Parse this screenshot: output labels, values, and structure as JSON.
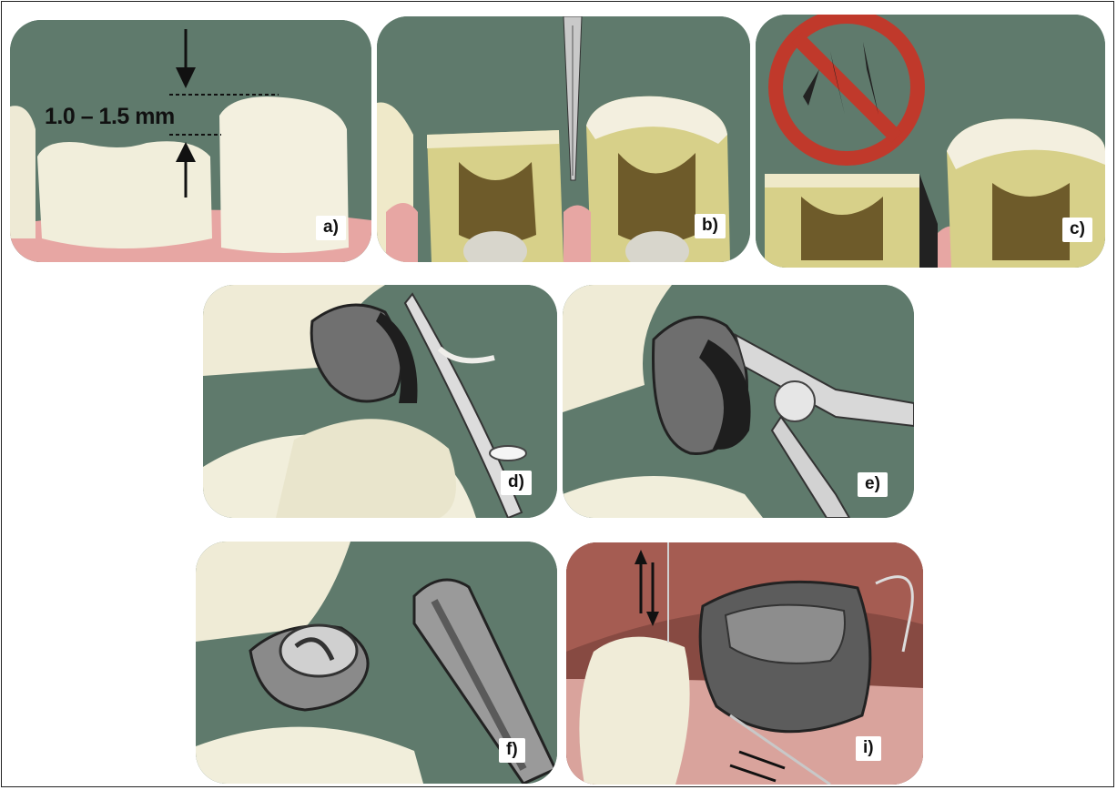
{
  "figure": {
    "measurement": "1.0 – 1.5 mm",
    "panels": [
      {
        "id": "a",
        "label": "a)"
      },
      {
        "id": "b",
        "label": "b)"
      },
      {
        "id": "c",
        "label": "c)"
      },
      {
        "id": "d",
        "label": "d)"
      },
      {
        "id": "e",
        "label": "e)"
      },
      {
        "id": "f",
        "label": "f)"
      },
      {
        "id": "i",
        "label": "i)"
      }
    ]
  },
  "colors": {
    "background_green": "#5f7a6c",
    "enamel": "#f2eedc",
    "dentin": "#d9d28a",
    "pulp": "#6b5a2a",
    "gum": "#e9a3a0",
    "crown_metal": "#6e6e6e",
    "prohibition_red": "#c0392b"
  },
  "icons": [
    "down-arrow-icon",
    "up-arrow-icon",
    "prohibition-sign-icon",
    "scissors-icon",
    "pliers-icon",
    "burnisher-icon",
    "floss-icon"
  ]
}
